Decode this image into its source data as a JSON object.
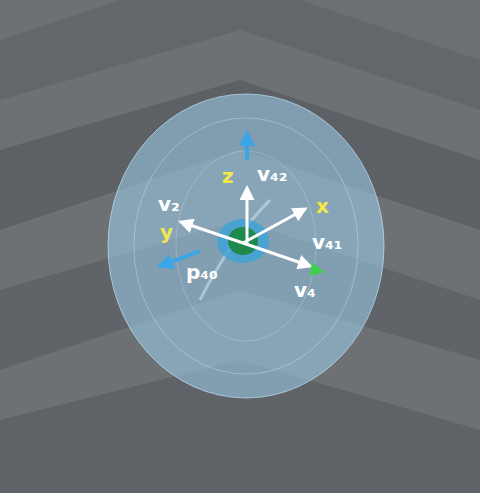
{
  "diagram": {
    "labels": [
      "z",
      "v₄₂",
      "v₂",
      "x",
      "y",
      "v₄₁",
      "p₄₀",
      "v₄"
    ]
  }
}
